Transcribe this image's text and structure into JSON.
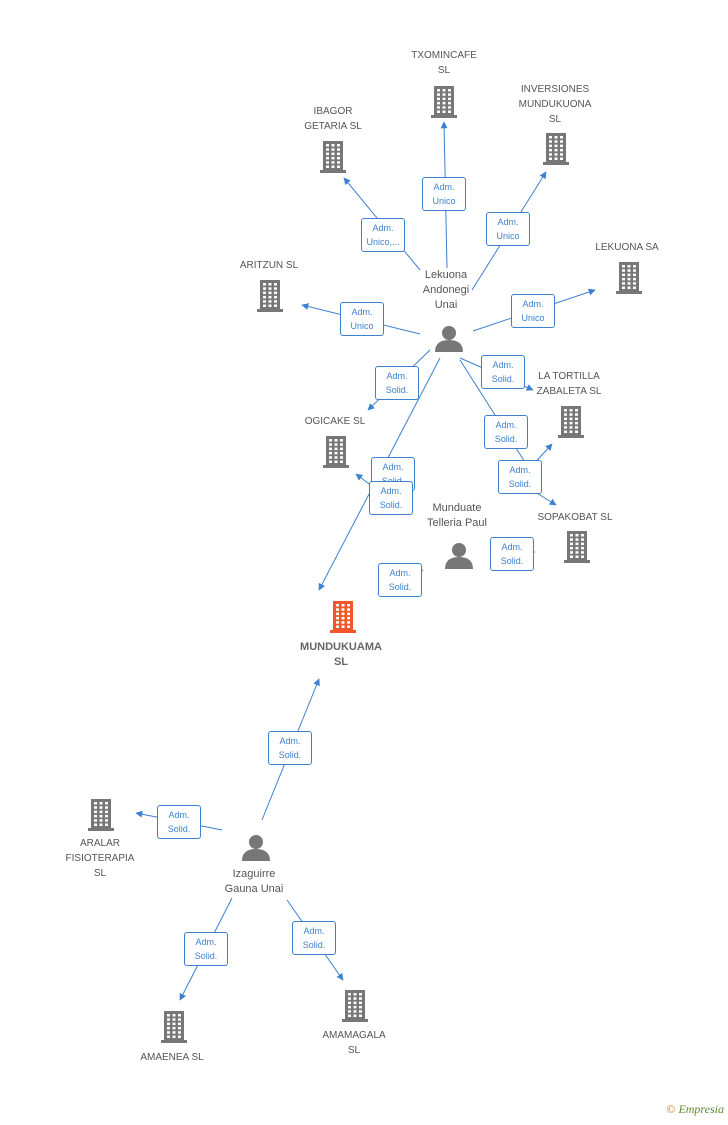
{
  "colors": {
    "edge": "#3e80d0",
    "company_icon": "#777777",
    "focus_icon": "#f0572a",
    "person_icon": "#777777"
  },
  "nodes": [
    {
      "id": "txomincafe",
      "type": "company",
      "label": "TXOMINCAFE\nSL"
    },
    {
      "id": "ibagor",
      "type": "company",
      "label": "IBAGOR\nGETARIA  SL"
    },
    {
      "id": "inversiones",
      "type": "company",
      "label": "INVERSIONES\nMUNDUKUONA\nSL"
    },
    {
      "id": "aritzun",
      "type": "company",
      "label": "ARITZUN  SL"
    },
    {
      "id": "lekuona_sa",
      "type": "company",
      "label": "LEKUONA SA"
    },
    {
      "id": "lekuona_p",
      "type": "person",
      "label": "Lekuona\nAndonegi\nUnai"
    },
    {
      "id": "tortilla",
      "type": "company",
      "label": "LA TORTILLA\nZABALETA  SL"
    },
    {
      "id": "ogicake",
      "type": "company",
      "label": "OGICAKE  SL"
    },
    {
      "id": "munduate",
      "type": "person",
      "label": "Munduate\nTelleria Paul"
    },
    {
      "id": "sopakobat",
      "type": "company",
      "label": "SOPAKOBAT  SL"
    },
    {
      "id": "mundukuama",
      "type": "focus",
      "label": "MUNDUKUAMA\nSL"
    },
    {
      "id": "aralar",
      "type": "company",
      "label": "ARALAR\nFISIOTERAPIA\nSL"
    },
    {
      "id": "izaguirre",
      "type": "person",
      "label": "Izaguirre\nGauna Unai"
    },
    {
      "id": "amaenea",
      "type": "company",
      "label": "AMAENEA  SL"
    },
    {
      "id": "amamagala",
      "type": "company",
      "label": "AMAMAGALA\nSL"
    }
  ],
  "edges": [
    {
      "label": "Adm.\nUnico"
    },
    {
      "label": "Adm.\nUnico,..."
    },
    {
      "label": "Adm.\nUnico"
    },
    {
      "label": "Adm.\nUnico"
    },
    {
      "label": "Adm.\nUnico"
    },
    {
      "label": "Adm.\nSolid."
    },
    {
      "label": "Adm.\nSolid."
    },
    {
      "label": "Adm.\nSolid."
    },
    {
      "label": "Adm.\nSolid."
    },
    {
      "label": "Adm.\nSolid."
    },
    {
      "label": "Adm.\nSolid."
    },
    {
      "label": "Adm.\nSolid."
    },
    {
      "label": "Adm.\nSolid."
    },
    {
      "label": "Adm.\nSolid."
    },
    {
      "label": "Adm.\nSolid."
    },
    {
      "label": "Adm.\nSolid."
    },
    {
      "label": "Adm.\nSolid."
    }
  ],
  "brand": {
    "copyright": "©",
    "name": "Empresia"
  }
}
